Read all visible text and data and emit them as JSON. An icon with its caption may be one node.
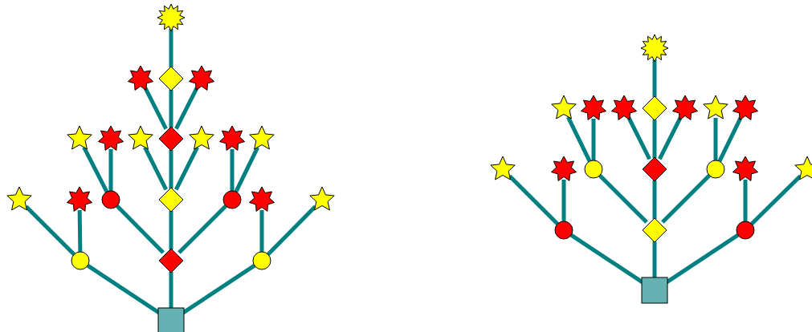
{
  "diagram": {
    "nodes": [
      {
        "text": [],
        "shape": "burst"
      },
      {
        "text": [],
        "shape": "heptagram"
      },
      {
        "text": [],
        "shape": "diamond"
      },
      {
        "text": [],
        "shape": "heptagram"
      },
      {
        "text": [],
        "shape": "star"
      },
      {
        "text": [],
        "shape": "heptagram"
      },
      {
        "text": [],
        "shape": "star"
      },
      {
        "text": [],
        "shape": "diamond"
      },
      {
        "text": [],
        "shape": "star"
      },
      {
        "text": [],
        "shape": "heptagram"
      },
      {
        "text": [],
        "shape": "star"
      },
      {
        "text": [],
        "shape": "star"
      },
      {
        "text": [],
        "shape": "heptagram"
      },
      {
        "text": [],
        "shape": "circle"
      },
      {
        "text": [],
        "shape": "diamond"
      },
      {
        "text": [],
        "shape": "circle"
      },
      {
        "text": [],
        "shape": "heptagram"
      },
      {
        "text": [],
        "shape": "star"
      },
      {
        "text": [],
        "shape": "circle"
      },
      {
        "text": [],
        "shape": "diamond"
      },
      {
        "text": [],
        "shape": "circle"
      },
      {
        "text": [],
        "shape": "box"
      },
      {
        "text": [],
        "shape": "burst"
      },
      {
        "text": [],
        "shape": "star"
      },
      {
        "text": [],
        "shape": "heptagram"
      },
      {
        "text": [],
        "shape": "heptagram"
      },
      {
        "text": [],
        "shape": "diamond"
      },
      {
        "text": [],
        "shape": "heptagram"
      },
      {
        "text": [],
        "shape": "star"
      },
      {
        "text": [],
        "shape": "heptagram"
      },
      {
        "text": [],
        "shape": "star"
      },
      {
        "text": [],
        "shape": "heptagram"
      },
      {
        "text": [],
        "shape": "circle"
      },
      {
        "text": [],
        "shape": "diamond"
      },
      {
        "text": [],
        "shape": "circle"
      },
      {
        "text": [],
        "shape": "heptagram"
      },
      {
        "text": [],
        "shape": "star"
      },
      {
        "text": [],
        "shape": "circle"
      },
      {
        "text": [],
        "shape": "diamond"
      },
      {
        "text": [],
        "shape": "circle"
      },
      {
        "text": [],
        "shape": "box"
      }
    ],
    "edges": [
      {
        "from": 21,
        "to": 18,
        "arrow": "none"
      },
      {
        "from": 21,
        "to": 19,
        "arrow": "none"
      },
      {
        "from": 21,
        "to": 20,
        "arrow": "none"
      },
      {
        "from": 18,
        "to": 11,
        "arrow": "none"
      },
      {
        "from": 18,
        "to": 12,
        "arrow": "none"
      },
      {
        "from": 20,
        "to": 16,
        "arrow": "none"
      },
      {
        "from": 20,
        "to": 17,
        "arrow": "none"
      },
      {
        "from": 19,
        "to": 13,
        "arrow": "none"
      },
      {
        "from": 19,
        "to": 14,
        "arrow": "none"
      },
      {
        "from": 19,
        "to": 15,
        "arrow": "none"
      },
      {
        "from": 13,
        "to": 4,
        "arrow": "none"
      },
      {
        "from": 13,
        "to": 5,
        "arrow": "none"
      },
      {
        "from": 15,
        "to": 9,
        "arrow": "none"
      },
      {
        "from": 15,
        "to": 10,
        "arrow": "none"
      },
      {
        "from": 14,
        "to": 6,
        "arrow": "none"
      },
      {
        "from": 14,
        "to": 7,
        "arrow": "none"
      },
      {
        "from": 14,
        "to": 8,
        "arrow": "none"
      },
      {
        "from": 7,
        "to": 1,
        "arrow": "none"
      },
      {
        "from": 7,
        "to": 2,
        "arrow": "none"
      },
      {
        "from": 7,
        "to": 3,
        "arrow": "none"
      },
      {
        "from": 2,
        "to": 0,
        "arrow": "none"
      },
      {
        "from": 40,
        "to": 37,
        "arrow": "none"
      },
      {
        "from": 40,
        "to": 38,
        "arrow": "none"
      },
      {
        "from": 40,
        "to": 39,
        "arrow": "none"
      },
      {
        "from": 37,
        "to": 30,
        "arrow": "none"
      },
      {
        "from": 37,
        "to": 31,
        "arrow": "none"
      },
      {
        "from": 39,
        "to": 35,
        "arrow": "none"
      },
      {
        "from": 39,
        "to": 36,
        "arrow": "none"
      },
      {
        "from": 38,
        "to": 32,
        "arrow": "none"
      },
      {
        "from": 38,
        "to": 33,
        "arrow": "none"
      },
      {
        "from": 38,
        "to": 34,
        "arrow": "none"
      },
      {
        "from": 32,
        "to": 23,
        "arrow": "none"
      },
      {
        "from": 32,
        "to": 24,
        "arrow": "none"
      },
      {
        "from": 34,
        "to": 28,
        "arrow": "none"
      },
      {
        "from": 34,
        "to": 29,
        "arrow": "none"
      },
      {
        "from": 33,
        "to": 25,
        "arrow": "none"
      },
      {
        "from": 33,
        "to": 26,
        "arrow": "none"
      },
      {
        "from": 33,
        "to": 27,
        "arrow": "none"
      },
      {
        "from": 26,
        "to": 22,
        "arrow": "none"
      }
    ]
  }
}
